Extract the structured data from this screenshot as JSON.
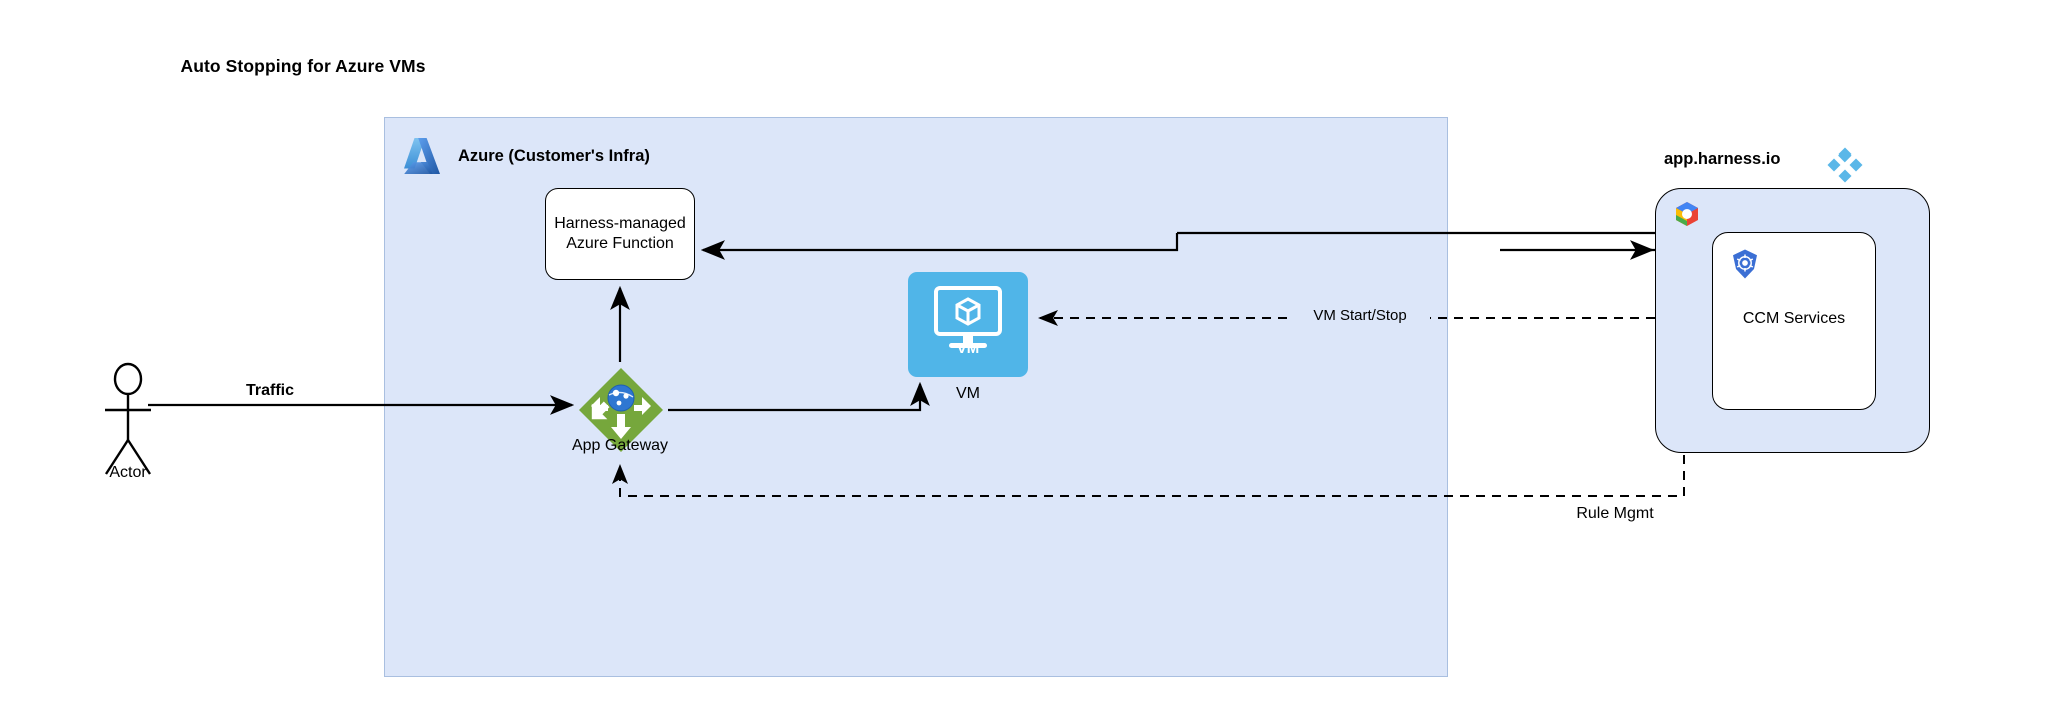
{
  "title": "Auto Stopping for Azure VMs",
  "colors": {
    "container_fill": "#dce6f9",
    "container_border": "#a9bfe0",
    "vm_blue": "#50b5e8",
    "gateway_green": "#76a73c",
    "harness_blue": "#5ab7e8",
    "k8s_blue": "#3b6fd4",
    "edge_stroke": "#000000"
  },
  "azure": {
    "label": "Azure (Customer's Infra)",
    "logo_icon": "azure-logo",
    "nodes": {
      "function": {
        "label": "Harness-managed Azure Function"
      },
      "gateway": {
        "label": "App Gateway",
        "icon": "application-gateway-icon"
      },
      "vm": {
        "label": "VM",
        "icon_text": "VM",
        "icon": "virtual-machine-icon"
      }
    }
  },
  "actor": {
    "label": "Actor",
    "icon": "actor-stick-figure-icon"
  },
  "harness": {
    "label": "app.harness.io",
    "logo_icon": "harness-logo",
    "cloud_icon": "gcp-logo",
    "service": {
      "label": "CCM Services",
      "icon": "kubernetes-logo"
    }
  },
  "edges": [
    {
      "name": "traffic",
      "label": "Traffic",
      "from": "actor",
      "to": "gateway",
      "style": "solid"
    },
    {
      "name": "gateway-to-vm",
      "label": "",
      "from": "gateway",
      "to": "vm",
      "style": "solid"
    },
    {
      "name": "gateway-to-function",
      "label": "",
      "from": "gateway",
      "to": "function",
      "style": "solid"
    },
    {
      "name": "function-to-harness",
      "label": "",
      "from": "function",
      "to": "harness",
      "style": "solid"
    },
    {
      "name": "vm-start-stop",
      "label": "VM Start/Stop",
      "from": "harness",
      "to": "vm",
      "style": "dashed"
    },
    {
      "name": "rule-mgmt",
      "label": "Rule Mgmt",
      "from": "harness",
      "to": "gateway",
      "style": "dashed"
    }
  ]
}
